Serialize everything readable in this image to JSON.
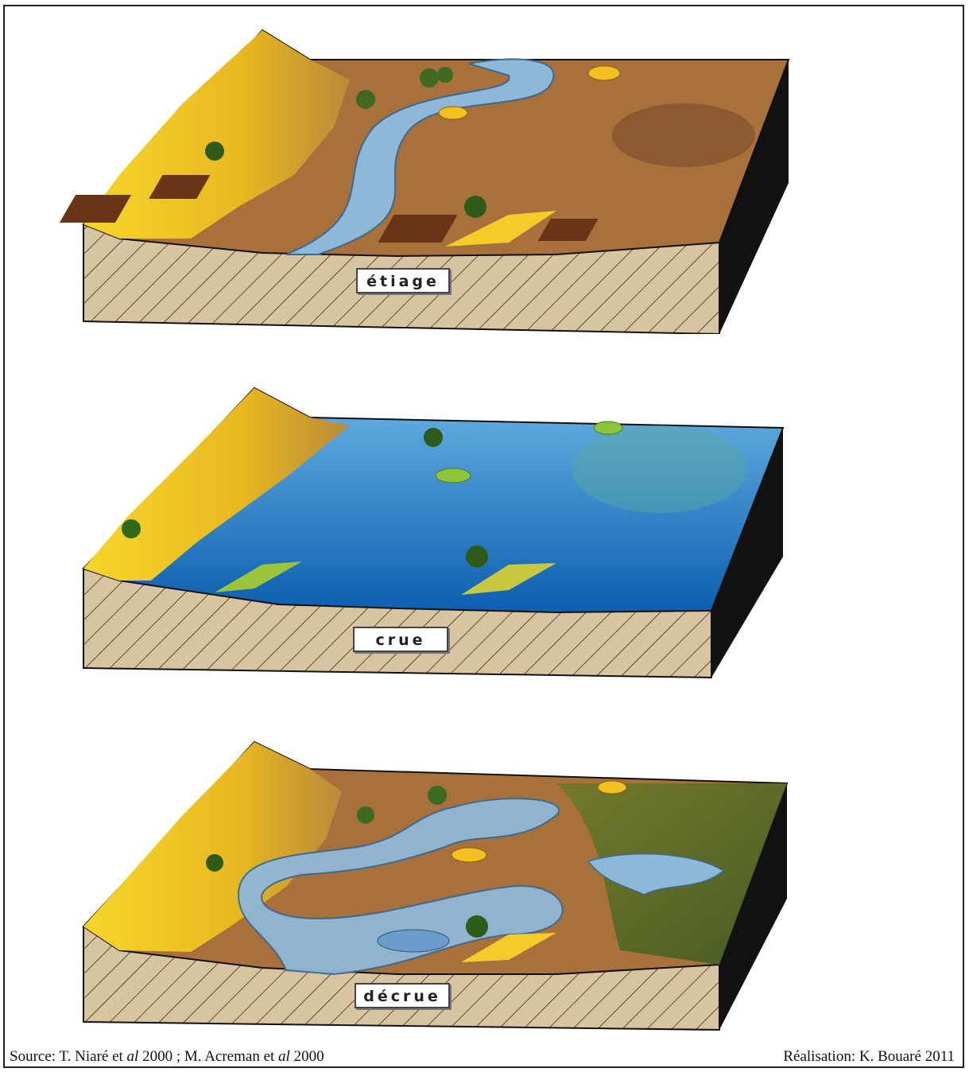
{
  "panels": [
    {
      "id": "etiage",
      "label": "étiage"
    },
    {
      "id": "crue",
      "label": "crue"
    },
    {
      "id": "decrue",
      "label": "décrue"
    }
  ],
  "footer": {
    "source_prefix": "Source: T. Niaré et ",
    "source_al1": "al",
    "source_mid": "  2000 ; M. Acreman et ",
    "source_al2": "al",
    "source_suffix": "  2000",
    "credit": "Réalisation: K. Bouaré  2011"
  },
  "colors": {
    "soil": "#a8703a",
    "sand": "#f2cc2a",
    "water": "#8fb8d8",
    "flood": "#1e78c8",
    "hatch_bg": "#d8c4a0"
  }
}
